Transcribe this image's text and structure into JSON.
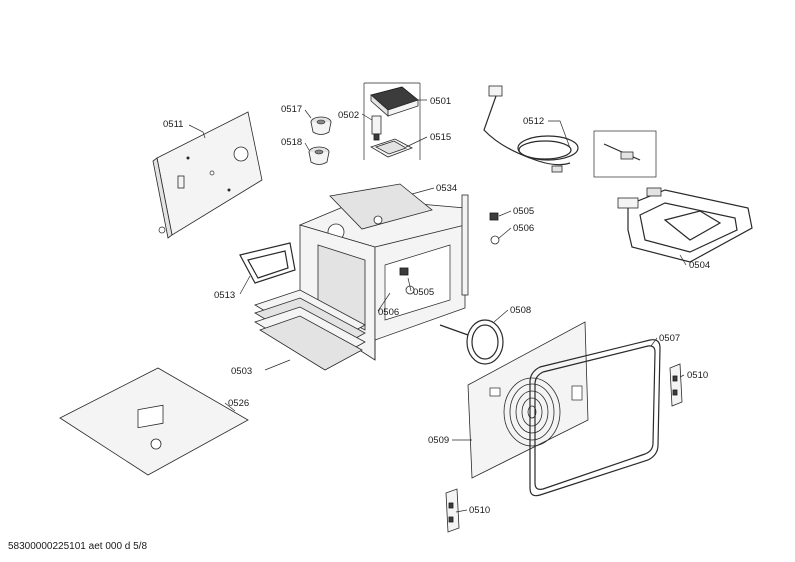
{
  "labels": {
    "p0501": "0501",
    "p0502": "0502",
    "p0503": "0503",
    "p0504": "0504",
    "p0505a": "0505",
    "p0505b": "0505",
    "p0506a": "0506",
    "p0506b": "0506",
    "p0507": "0507",
    "p0508": "0508",
    "p0509": "0509",
    "p0510a": "0510",
    "p0510b": "0510",
    "p0511": "0511",
    "p0512": "0512",
    "p0513": "0513",
    "p0515": "0515",
    "p0517": "0517",
    "p0518": "0518",
    "p0526": "0526",
    "p0534": "0534"
  },
  "footer": "58300000225101 aet 000 d 5/8"
}
